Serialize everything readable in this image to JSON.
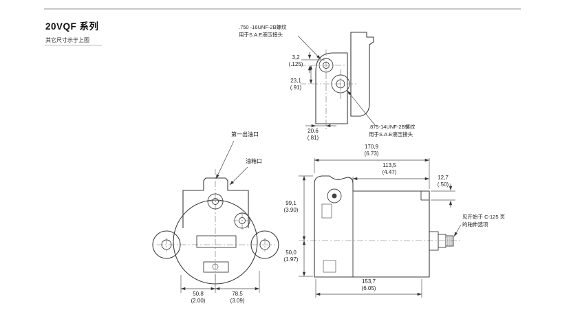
{
  "header": {
    "title": "20VQF 系列",
    "subtitle": "其它尺寸示于上图"
  },
  "port_detail": {
    "top_thread_label": ".750 -16UNF-2B螺纹\n用于S.A.E液压接头",
    "side_thread_label": ".875-14UNF-2B螺纹\n用于S.A.E液压接头",
    "dim_boss_offset": {
      "mm": "3,2",
      "in": "(.125)"
    },
    "dim_port_spacing": {
      "mm": "23,1",
      "in": "(.91)"
    },
    "dim_port_width": {
      "mm": "20,6",
      "in": "(.81)"
    }
  },
  "front_view": {
    "outlet_label": "第一出油口",
    "tank_label": "油箱口",
    "dim_center_to_left": {
      "mm": "50,8",
      "in": "(2.00)"
    },
    "dim_center_to_right": {
      "mm": "78,5",
      "in": "(3.09)"
    }
  },
  "side_view": {
    "dim_overall_length": {
      "mm": "170,9",
      "in": "(6.73)"
    },
    "dim_body_length": {
      "mm": "113,5",
      "in": "(4.47)"
    },
    "dim_step": {
      "mm": "12,7",
      "in": "(.50)"
    },
    "dim_upper_height": {
      "mm": "99,1",
      "in": "(3.90)"
    },
    "dim_lower_height": {
      "mm": "50,0",
      "in": "(1.97)"
    },
    "dim_base_length": {
      "mm": "153,7",
      "in": "(6.05)"
    },
    "shaft_note": "见开始于 C-125 页\n的轴伸选项"
  }
}
